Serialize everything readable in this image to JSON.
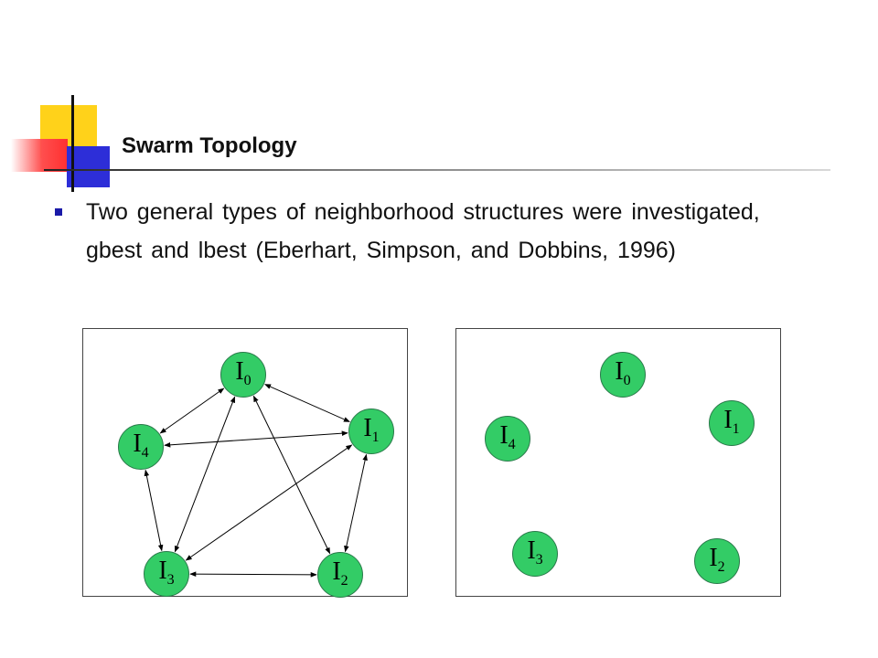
{
  "slide": {
    "title": "Swarm Topology",
    "bullet": "Two general types of neighborhood structures were investigated, gbest and lbest (Eberhart, Simpson, and Dobbins, 1996)"
  },
  "diagram_left": {
    "nodes": [
      {
        "id": "I0",
        "base": "I",
        "sub": "0"
      },
      {
        "id": "I1",
        "base": "I",
        "sub": "1"
      },
      {
        "id": "I2",
        "base": "I",
        "sub": "2"
      },
      {
        "id": "I3",
        "base": "I",
        "sub": "3"
      },
      {
        "id": "I4",
        "base": "I",
        "sub": "4"
      }
    ],
    "edges": [
      [
        "I0",
        "I1"
      ],
      [
        "I0",
        "I4"
      ],
      [
        "I0",
        "I3"
      ],
      [
        "I0",
        "I2"
      ],
      [
        "I1",
        "I4"
      ],
      [
        "I1",
        "I3"
      ],
      [
        "I1",
        "I2"
      ],
      [
        "I4",
        "I3"
      ],
      [
        "I3",
        "I2"
      ]
    ]
  },
  "diagram_right": {
    "nodes": [
      {
        "id": "I0",
        "base": "I",
        "sub": "0"
      },
      {
        "id": "I1",
        "base": "I",
        "sub": "1"
      },
      {
        "id": "I2",
        "base": "I",
        "sub": "2"
      },
      {
        "id": "I3",
        "base": "I",
        "sub": "3"
      },
      {
        "id": "I4",
        "base": "I",
        "sub": "4"
      }
    ],
    "edges": []
  },
  "colors": {
    "node_fill": "#33cc66",
    "edge": "#000000",
    "accent_yellow": "#ffd21a",
    "accent_blue": "#2d2ed8",
    "accent_red": "#ff4e4e"
  }
}
